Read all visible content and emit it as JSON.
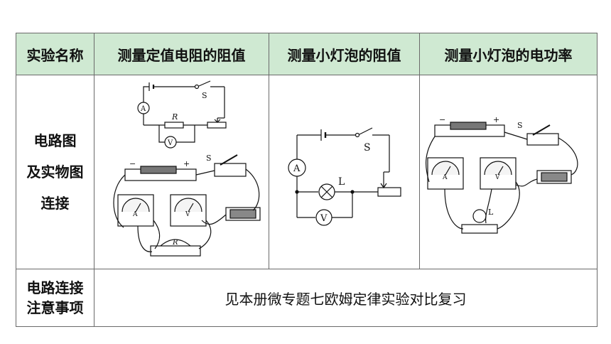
{
  "table": {
    "headers": [
      "实验名称",
      "测量定值电阻的阻值",
      "测量小灯泡的阻值",
      "测量小灯泡的电功率"
    ],
    "row_diagram_label_lines": [
      "电路图",
      "及实物图",
      "连接"
    ],
    "row_note_label_lines": [
      "电路连接",
      "注意事项"
    ],
    "note_text": "见本册微专题七欧姆定律实验对比复习"
  },
  "diagram_labels": {
    "switch": "S",
    "resistor": "R",
    "ammeter": "A",
    "voltmeter": "V",
    "lamp": "L",
    "minus": "−",
    "plus": "+"
  }
}
